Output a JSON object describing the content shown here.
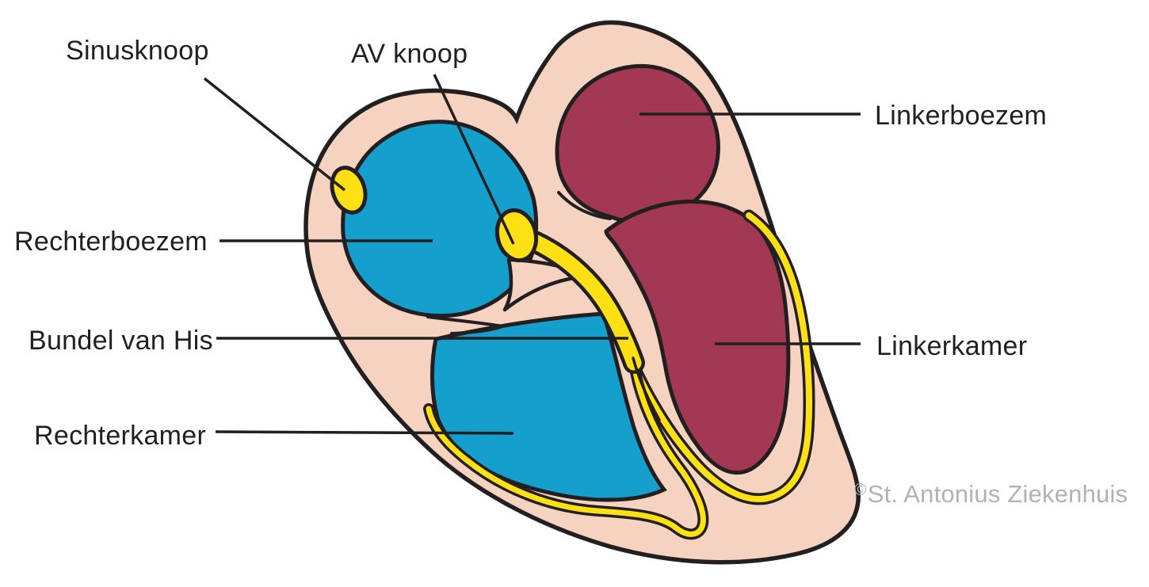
{
  "labels": {
    "sinusknoop": "Sinusknoop",
    "av_knoop": "AV knoop",
    "rechterboezem": "Rechterboezem",
    "bundel_van_his": "Bundel van His",
    "rechterkamer": "Rechterkamer",
    "linkerboezem": "Linkerboezem",
    "linkerkamer": "Linkerkamer"
  },
  "copyright": {
    "symbol": "©",
    "text": "St. Antonius Ziekenhuis"
  },
  "colors": {
    "background": "#FFFFFF",
    "heart_wall": "#F6D3C0",
    "right_heart_chambers": "#149FCD",
    "left_heart_chambers": "#A23853",
    "conduction_system": "#FFE014",
    "outline": "#231F20",
    "label_text": "#231F20",
    "copyright_text": "#B2B2B2"
  }
}
